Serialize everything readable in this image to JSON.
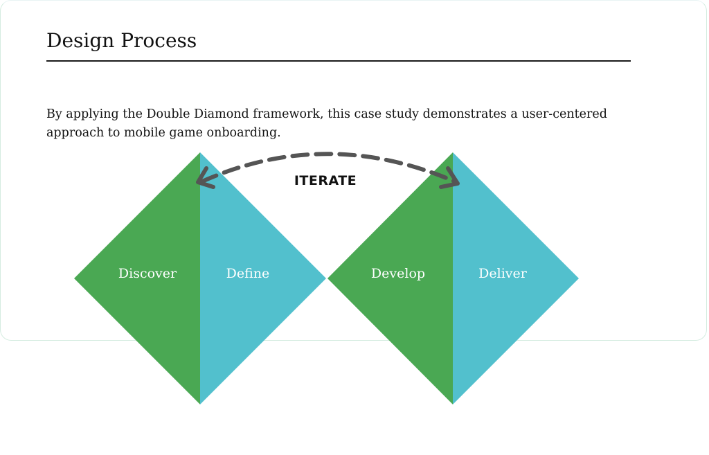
{
  "section": {
    "title": "Design Process",
    "intro": "By applying the Double Diamond framework, this case study demonstrates a user-centered approach to mobile game onboarding."
  },
  "diagram": {
    "iterate_label": "ITERATE",
    "colors": {
      "diverge": "#4aa853",
      "converge": "#52c0cd",
      "arrow": "#555555"
    },
    "diamonds": [
      {
        "name": "first-diamond",
        "left_label": "Discover",
        "right_label": "Define"
      },
      {
        "name": "second-diamond",
        "left_label": "Develop",
        "right_label": "Deliver"
      }
    ]
  }
}
